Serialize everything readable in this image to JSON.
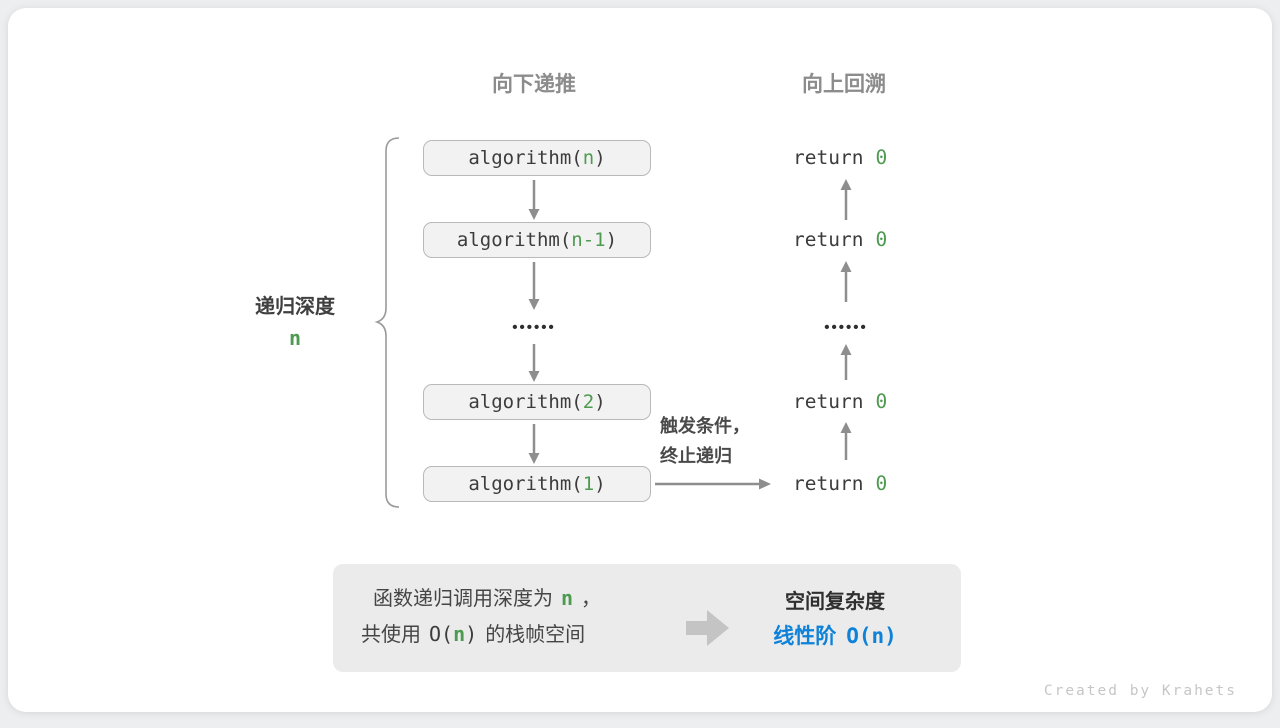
{
  "colors": {
    "accent_green": "#4d9b50",
    "accent_blue": "#0d82d8",
    "arrow_gray": "#8e8e8e",
    "box_bg": "#f2f2f2",
    "box_border": "#b9b9b9",
    "header_gray": "#8c8c8c",
    "summary_bg": "#ebebeb"
  },
  "headers": {
    "recurse_down": "向下递推",
    "backtrack_up": "向上回溯"
  },
  "depth_label": {
    "text": "递归深度",
    "value": "n"
  },
  "stack": {
    "call_prefix": "algorithm(",
    "call_suffix": ")",
    "args": [
      "n",
      "n-1",
      "2",
      "1"
    ],
    "dots": "••••••"
  },
  "returns": {
    "keyword": "return",
    "value": "0",
    "dots": "••••••"
  },
  "trigger": {
    "line1": "触发条件，",
    "line2": "终止递归"
  },
  "summary": {
    "line1": {
      "pre": "函数递归调用深度为",
      "var": "n",
      "post": "，"
    },
    "line2": {
      "pre": "共使用",
      "o_pre": "O(",
      "var": "n",
      "o_post": ")",
      "post": "的栈帧空间"
    },
    "title": "空间复杂度",
    "result_zh": "线性阶",
    "result_big_o": "O(n)"
  },
  "watermark": "Created by Krahets"
}
